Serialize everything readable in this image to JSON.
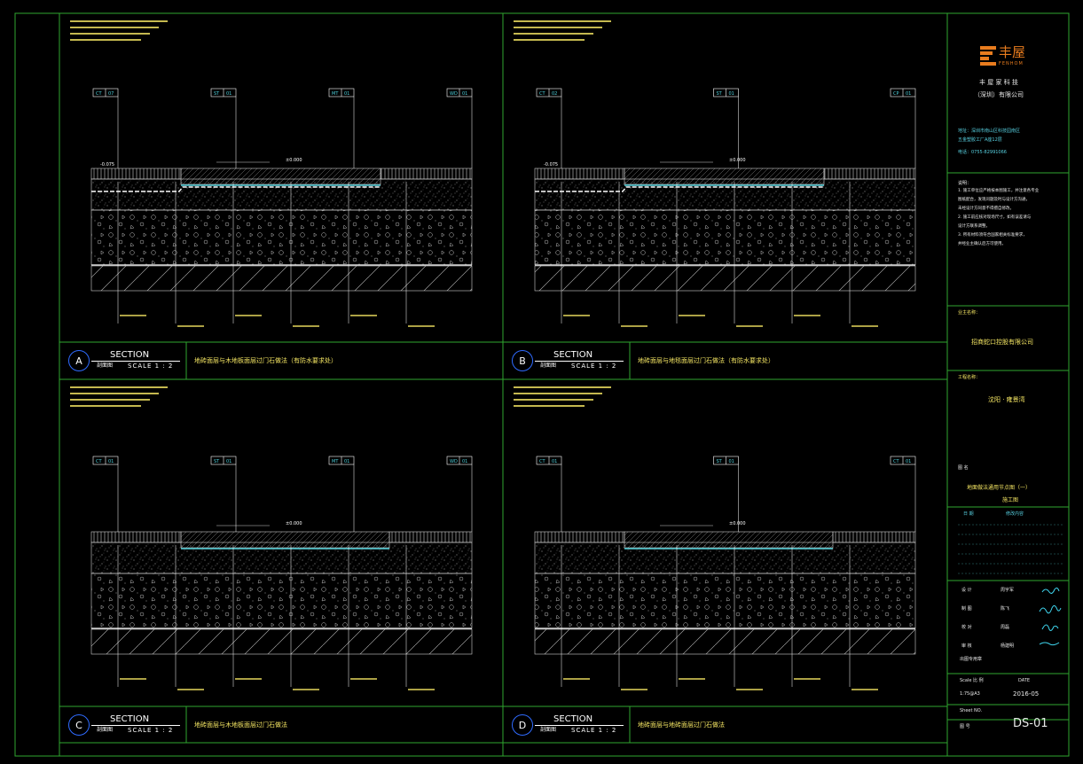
{
  "company": {
    "logo_text": "丰屋",
    "logo_sub": "FENHOM",
    "name_line1": "丰 屋 家 科 技",
    "name_line2": "（深圳）有限公司",
    "address_line1": "地址：深圳市南山区科技园南区",
    "address_line2": "五金塑胶工厂A座12层",
    "phone": "电话：0755-82991066"
  },
  "notes": {
    "label": "说明：",
    "lines": [
      "1. 施工单位应严格按本图施工，并注意各专业",
      "   图纸配合，发现问题及时与设计方沟通，",
      "   未经设计方同意不得擅自修改。",
      "2. 施工前应核对现场尺寸，如有误差请与",
      "   设计方联系调整。",
      "3. 所有材料须符合国家相关标准要求，",
      "   并经业主确认后方可使用。"
    ]
  },
  "title_block": {
    "client_label": "业主名称：",
    "client": "招商蛇口控股有限公司",
    "project_label": "工程名称：",
    "project": "沈阳 · 雍景湾",
    "drawing_label": "图 名",
    "drawing_name_line1": "地面做法通用节点图（一）",
    "drawing_name_line2": "施工图",
    "date_label": "日 期",
    "revision_label": "修改内容",
    "roles": [
      {
        "role": "设 计",
        "name": "周宇军"
      },
      {
        "role": "制 图",
        "name": "陈飞"
      },
      {
        "role": "校 对",
        "name": "周磊"
      },
      {
        "role": "审 核",
        "name": "杨建明"
      }
    ],
    "stamp_label": "出图专用章",
    "scale_label": "Scale 比 例",
    "scale_value": "1:75@A3",
    "date_en_label": "DATE",
    "date_value": "2016-05",
    "sheet_label": "Sheet NO.",
    "sheet_cn": "图 号",
    "sheet_no": "DS-01"
  },
  "panels": [
    {
      "id": "A",
      "section_label": "SECTION",
      "sub_label": "剖面图",
      "scale_text": "SCALE 1 : 2",
      "description": "地砖面层与木地板面层过门石做法（有防水要求处）",
      "elevation_left": "-0.075",
      "elevation_main": "±0.000",
      "tags": [
        {
          "code": "CT",
          "num": "07"
        },
        {
          "code": "ST",
          "num": "01"
        },
        {
          "code": "MT",
          "num": "01"
        },
        {
          "code": "WD",
          "num": "01"
        }
      ]
    },
    {
      "id": "B",
      "section_label": "SECTION",
      "sub_label": "剖面图",
      "scale_text": "SCALE 1 : 2",
      "description": "地砖面层与地毯面层过门石做法（有防水要求处）",
      "elevation_left": "-0.075",
      "elevation_main": "±0.000",
      "tags": [
        {
          "code": "CT",
          "num": "02"
        },
        {
          "code": "ST",
          "num": "01"
        },
        {
          "code": "CP",
          "num": "01"
        }
      ]
    },
    {
      "id": "C",
      "section_label": "SECTION",
      "sub_label": "剖面图",
      "scale_text": "SCALE 1 : 2",
      "description": "地砖面层与木地板面层过门石做法",
      "elevation_main": "±0.000",
      "tags": [
        {
          "code": "CT",
          "num": "01"
        },
        {
          "code": "ST",
          "num": "01"
        },
        {
          "code": "MT",
          "num": "01"
        },
        {
          "code": "WD",
          "num": "01"
        }
      ]
    },
    {
      "id": "D",
      "section_label": "SECTION",
      "sub_label": "剖面图",
      "scale_text": "SCALE 1 : 2",
      "description": "地砖面层与地砖面层过门石做法",
      "elevation_main": "±0.000",
      "tags": [
        {
          "code": "CT",
          "num": "01"
        },
        {
          "code": "ST",
          "num": "01"
        },
        {
          "code": "CT",
          "num": "01"
        }
      ]
    }
  ],
  "colors": {
    "frame": "#2fa62f",
    "line": "#ffffff",
    "text_yellow": "#f5e663",
    "hatch_cyan": "#4fd1dc",
    "circle_blue": "#2f6bff",
    "logo_orange": "#e87c1e"
  }
}
